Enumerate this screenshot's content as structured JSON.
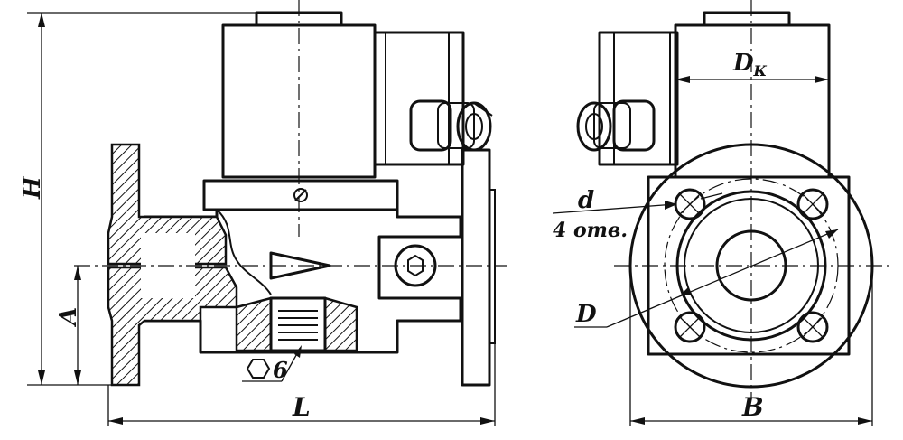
{
  "labels": {
    "H": "H",
    "A": "A",
    "L": "L",
    "B": "B",
    "D": "D",
    "Dk_main": "D",
    "Dk_sub": "К",
    "d": "d",
    "holes": "4 отв.",
    "hex": "6"
  },
  "icons": {
    "hex_symbol": "hexagon-icon",
    "flow_arrow": "flow-arrow-icon"
  }
}
